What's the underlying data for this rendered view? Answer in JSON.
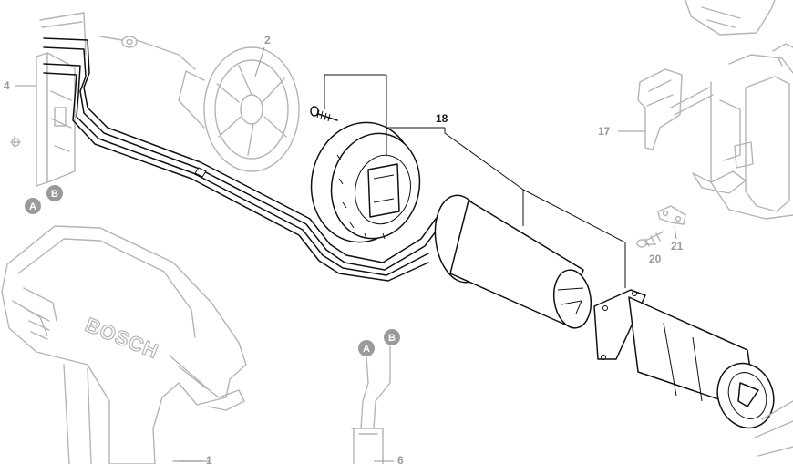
{
  "part_labels": {
    "p1": "1",
    "p2": "2",
    "p4": "4",
    "p6": "6",
    "p17": "17",
    "p18": "18",
    "p20": "20",
    "p21": "21"
  },
  "connector_badges": {
    "left_a": "A",
    "left_b": "B",
    "bottom_a": "A",
    "bottom_b": "B"
  },
  "housing_brand": "BOSCH",
  "colors": {
    "ghost_lines": "#b4b4b4",
    "ink_lines": "#111111",
    "badge_fill": "#9a9a9a"
  }
}
